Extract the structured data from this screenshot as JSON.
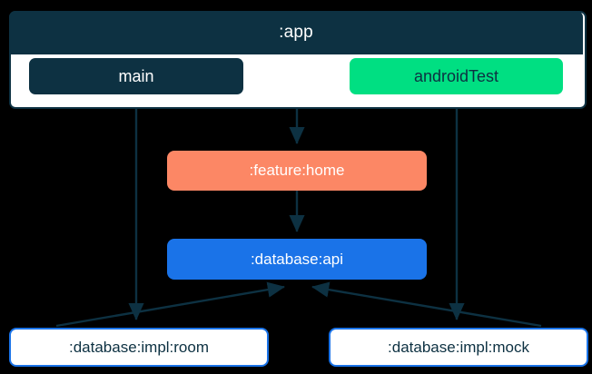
{
  "diagram": {
    "type": "gradle-module-dependency-graph",
    "background_color": "#000000",
    "edge_color": "#0d3142",
    "subgraph": {
      "title": ":app",
      "title_bar_color": "#0d3142",
      "title_text_color": "#ffffff",
      "body_color": "#ffffff",
      "border_color": "#0d3142"
    },
    "nodes": [
      {
        "id": "main",
        "label": "main",
        "fill": "#0d3142",
        "text_color": "#ffffff",
        "shape": "rounded-rect",
        "group": ":app"
      },
      {
        "id": "androidTest",
        "label": "androidTest",
        "fill": "#00df82",
        "text_color": "#0d3142",
        "shape": "rounded-rect",
        "group": ":app"
      },
      {
        "id": "feature-home",
        "label": ":feature:home",
        "fill": "#fc8765",
        "text_color": "#ffffff",
        "shape": "rounded-rect",
        "group": "root"
      },
      {
        "id": "database-api",
        "label": ":database:api",
        "fill": "#1a73e8",
        "text_color": "#ffffff",
        "shape": "rounded-rect",
        "group": "root"
      },
      {
        "id": "database-impl-room",
        "label": ":database:impl:room",
        "fill": "#ffffff",
        "text_color": "#0d3142",
        "border": "#1a73e8",
        "shape": "rounded-rect",
        "group": "root"
      },
      {
        "id": "database-impl-mock",
        "label": ":database:impl:mock",
        "fill": "#ffffff",
        "text_color": "#0d3142",
        "border": "#1a73e8",
        "shape": "rounded-rect",
        "group": "root"
      }
    ],
    "edges": [
      {
        "from": "main",
        "to": "database-impl-room",
        "style": "solid",
        "arrow": "end"
      },
      {
        "from": ":app",
        "to": "feature-home",
        "style": "solid",
        "arrow": "end"
      },
      {
        "from": "androidTest",
        "to": "database-impl-mock",
        "style": "solid",
        "arrow": "end"
      },
      {
        "from": "feature-home",
        "to": "database-api",
        "style": "solid",
        "arrow": "end"
      },
      {
        "from": "database-impl-room",
        "to": "database-api",
        "style": "solid",
        "arrow": "end"
      },
      {
        "from": "database-impl-mock",
        "to": "database-api",
        "style": "solid",
        "arrow": "end"
      }
    ]
  }
}
